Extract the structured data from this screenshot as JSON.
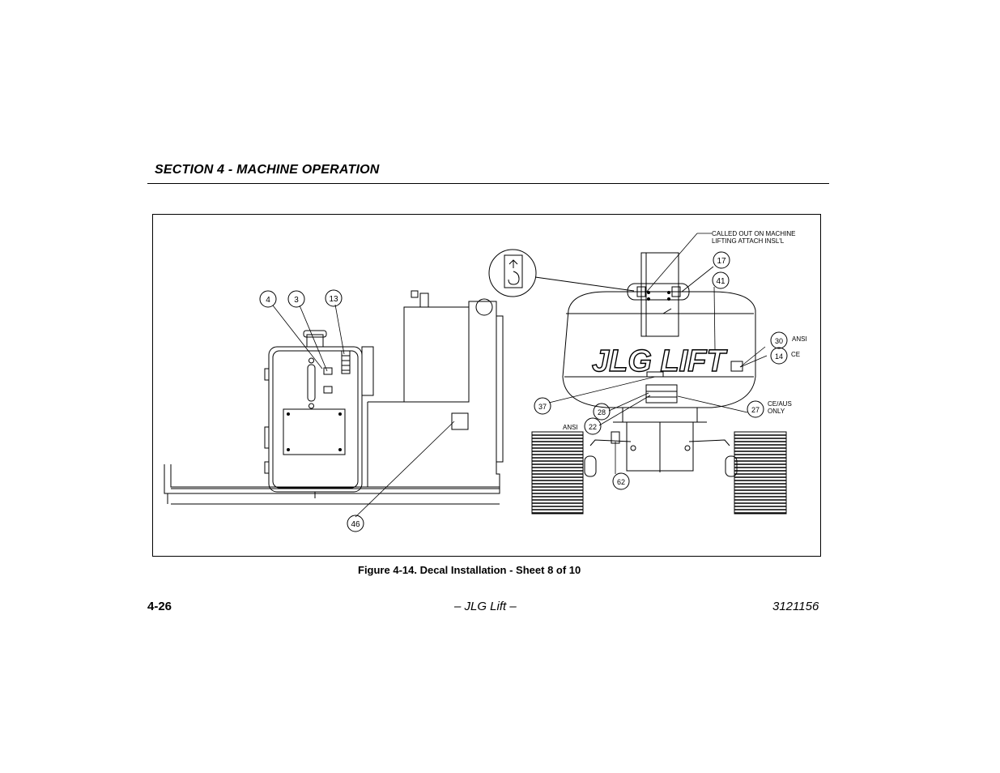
{
  "header": {
    "section_title": "SECTION 4 - MACHINE OPERATION"
  },
  "figure": {
    "caption": "Figure 4-14. Decal Installation - Sheet 8 of 10",
    "callouts": [
      "4",
      "3",
      "13",
      "46",
      "17",
      "41",
      "30",
      "14",
      "37",
      "28",
      "22",
      "27",
      "62"
    ],
    "notes": {
      "lifting_line1": "CALLED OUT ON MACHINE",
      "lifting_line2": "LIFTING ATTACH INSL'L",
      "ansi_top": "ANSI",
      "ce": "CE",
      "ce_aus_line1": "CE/AUS",
      "ce_aus_line2": "ONLY",
      "ansi_left": "ANSI"
    },
    "logo_text": "JLG LIFT"
  },
  "footer": {
    "page_number": "4-26",
    "center": "– JLG Lift –",
    "doc_number": "3121156"
  }
}
